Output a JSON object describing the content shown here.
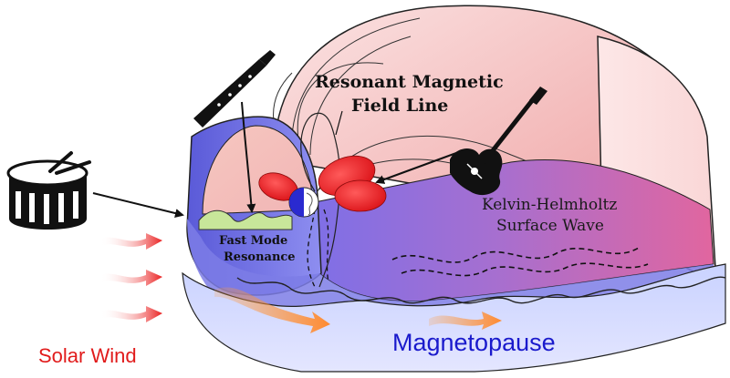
{
  "labels": {
    "resonant_line1": "Resonant Magnetic",
    "resonant_line2": "Field Line",
    "kh_line1": "Kelvin-Helmholtz",
    "kh_line2": "Surface Wave",
    "fast_line1": "Fast Mode",
    "fast_line2": "Resonance",
    "solar_wind": "Solar Wind",
    "magnetopause": "Magnetopause"
  },
  "icons": {
    "drum": "drum-icon",
    "recorder": "recorder-flute-icon",
    "guitar": "electric-guitar-icon",
    "earth": "earth-globe-icon"
  },
  "colors": {
    "solar_wind_text": "#e11b1b",
    "magnetopause_text": "#1a1acc",
    "lobe_red": "#e8161c",
    "fast_mode_green": "#c8e69a",
    "front_blue": "#6a6ae0",
    "back_pink": "#f2b9b9"
  }
}
